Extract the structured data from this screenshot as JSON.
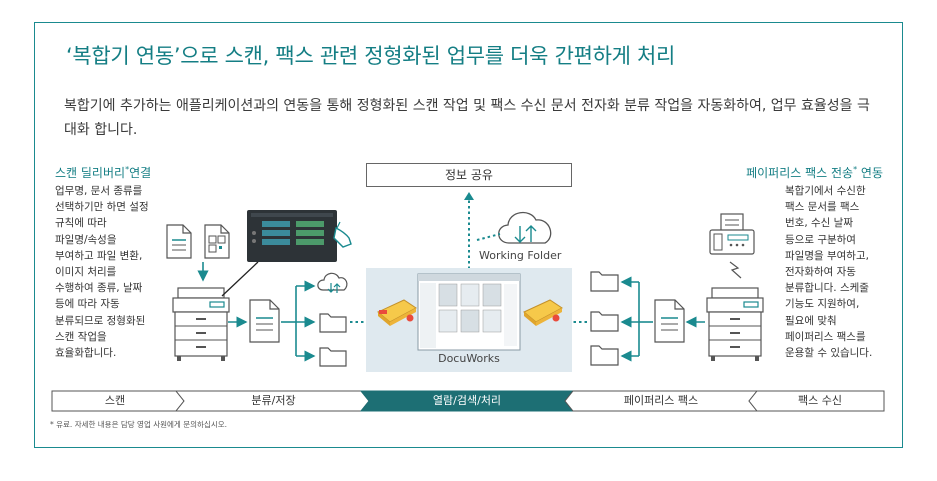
{
  "title": "‘복합기 연동’으로 스캔, 팩스 관련 정형화된 업무를 더욱 간편하게 처리",
  "intro": "복합기에 추가하는 애플리케이션과의 연동을 통해 정형화된 스캔 작업 및 팩스 수신 문서 전자화 분류 작업을 자동화하여, 업무 효율성을 극대화 합니다.",
  "left": {
    "heading_a": "스캔 딜리버리",
    "heading_mark": "*",
    "heading_b": "연결",
    "lines": [
      "업무명, 문서 종류를",
      "선택하기만 하면 설정",
      "규칙에 따라",
      "파일명/속성을",
      "부여하고 파일 변환,",
      "이미지 처리를",
      "수행하여 종류, 날짜",
      "등에 따라 자동",
      "분류되므로 정형화된",
      "스캔 작업을",
      "효율화합니다."
    ]
  },
  "right": {
    "heading_a": "페이퍼리스 팩스 전송",
    "heading_mark": "*",
    "heading_b": " 연동",
    "lines": [
      "복합기에서 수신한",
      "팩스 문서를 팩스",
      "번호, 수신 날짜",
      "등으로 구분하여",
      "파일명을 부여하고,",
      "전자화하여 자동",
      "분류합니다. 스케줄",
      "기능도 지원하여,",
      "필요에 맞춰",
      "페이퍼리스 팩스를",
      "운용할 수 있습니다."
    ]
  },
  "center": {
    "info_share": "정보 공유",
    "working_folder": "Working Folder",
    "docuworks": "DocuWorks"
  },
  "steps": [
    "스캔",
    "분류/저장",
    "열람/검색/처리",
    "페이퍼리스 팩스",
    "팩스 수신"
  ],
  "footnote": "* 유료. 자세한 내용은 담당 영업 사원에게 문의하십시오.",
  "colors": {
    "accent": "#147e84",
    "arrow": "#1a8a8f",
    "active_step": "#1d6f74"
  }
}
